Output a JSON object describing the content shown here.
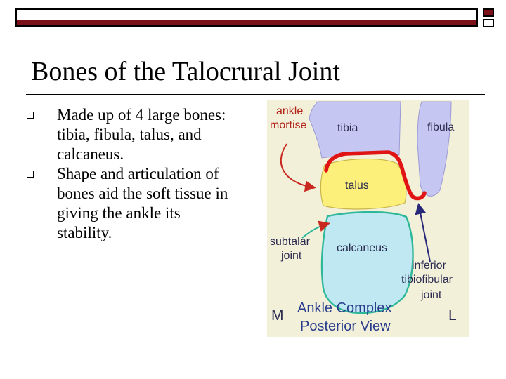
{
  "slide": {
    "title": "Bones of the Talocrural Joint",
    "bullets": [
      "Made up of 4 large bones:  tibia, fibula, talus, and calcaneus.",
      "Shape and articulation of bones aid the soft tissue in giving the ankle its stability."
    ]
  },
  "figure": {
    "labels": {
      "ankle": "ankle",
      "mortise": "mortise",
      "tibia": "tibia",
      "fibula": "fibula",
      "talus": "talus",
      "subtalar": "subtalar",
      "joint1": "joint",
      "calcaneus": "calcaneus",
      "inferior": "inferior",
      "tibiofibular": "tibiofibular",
      "joint2": "joint",
      "m": "M",
      "l": "L",
      "caption1": "Ankle Complex",
      "caption2": "Posterior View"
    },
    "colors": {
      "background": "#f3f0da",
      "tibia_fibula": "#c6c6f2",
      "talus": "#fdf07a",
      "calcaneus": "#bfe8f3",
      "outline_teal": "#2fb79a",
      "mortise_red": "#e01414",
      "arrow_red": "#c8281e",
      "arrow_blue": "#28287a",
      "label_red": "#b22218",
      "label_dark": "#2b2b4f",
      "caption_blue": "#283c8c"
    }
  },
  "theme": {
    "accent": "#7b1018"
  }
}
